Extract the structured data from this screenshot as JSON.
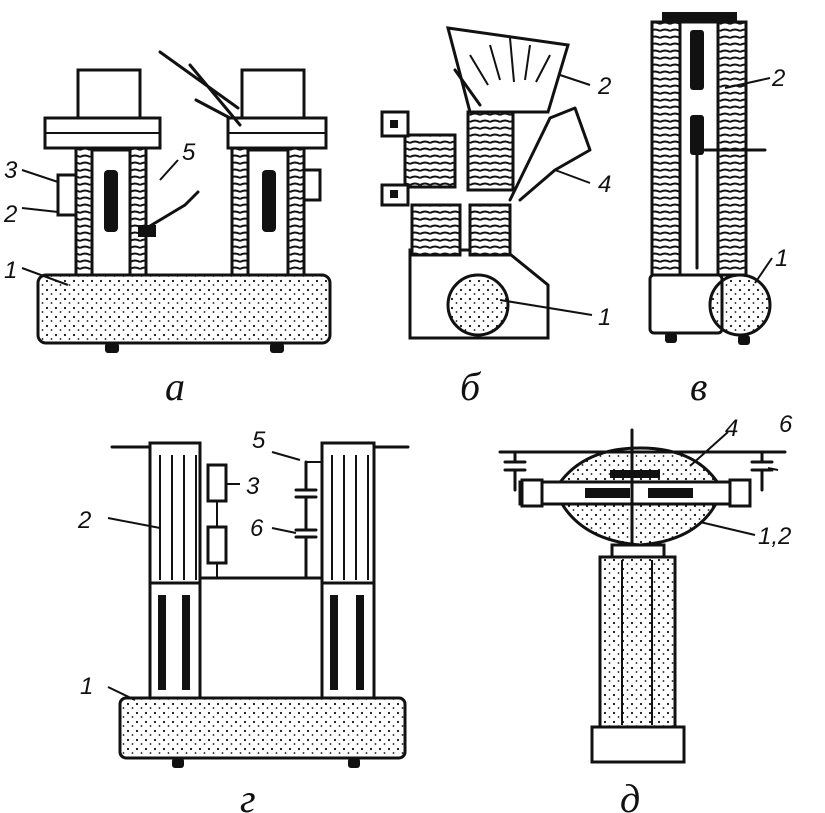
{
  "panels": {
    "a": {
      "caption": "а",
      "callouts": {
        "c3": "3",
        "c2": "2",
        "c1": "1",
        "c5": "5"
      }
    },
    "b": {
      "caption": "б",
      "callouts": {
        "c2": "2",
        "c4": "4",
        "c1": "1"
      }
    },
    "v": {
      "caption": "в",
      "callouts": {
        "c2": "2",
        "c1": "1"
      }
    },
    "g": {
      "caption": "г",
      "callouts": {
        "c5": "5",
        "c3": "3",
        "c2": "2",
        "c6": "6",
        "c1": "1"
      }
    },
    "d": {
      "caption": "д",
      "callouts": {
        "c4": "4",
        "c6": "6",
        "c12": "1,2"
      }
    }
  }
}
